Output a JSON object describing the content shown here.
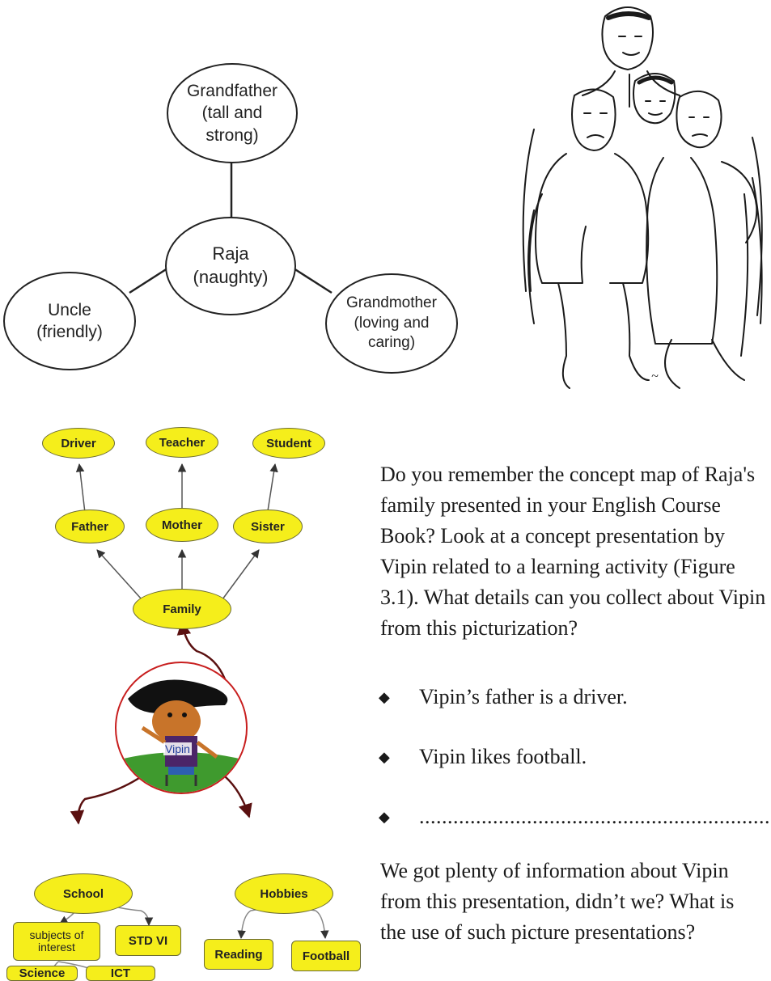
{
  "concept_map_1": {
    "center": "Raja\n(naughty)",
    "grandfather": "Grandfather\n(tall and\nstrong)",
    "uncle": "Uncle\n(friendly)",
    "grandmother": "Grandmother\n(loving and\ncaring)"
  },
  "concept_map_2": {
    "level_jobs": [
      "Driver",
      "Teacher",
      "Student"
    ],
    "level_members": [
      "Father",
      "Mother",
      "Sister"
    ],
    "family": "Family",
    "center_label": "Vipin",
    "school": "School",
    "hobbies": "Hobbies",
    "subjects_of_interest": "subjects of\ninterest",
    "std": "STD VI",
    "science": "Science",
    "ict": "ICT",
    "reading": "Reading",
    "football": "Football"
  },
  "text": {
    "para1": [
      "Do  you remember the concept map of Raja's",
      "family presented   in your English Course",
      "Book? Look at  a concept presentation by",
      "Vipin related to a learning activity (Figure",
      "3.1). What details can you collect about Vipin",
      "from this picturization?"
    ],
    "bullets": [
      "Vipin’s  father is a driver.",
      "Vipin likes football.",
      "...................................................................."
    ],
    "para2": [
      "We got plenty of information about Vipin",
      "from this presentation, didn’t we? What is",
      "the use of such picture presentations?"
    ]
  }
}
